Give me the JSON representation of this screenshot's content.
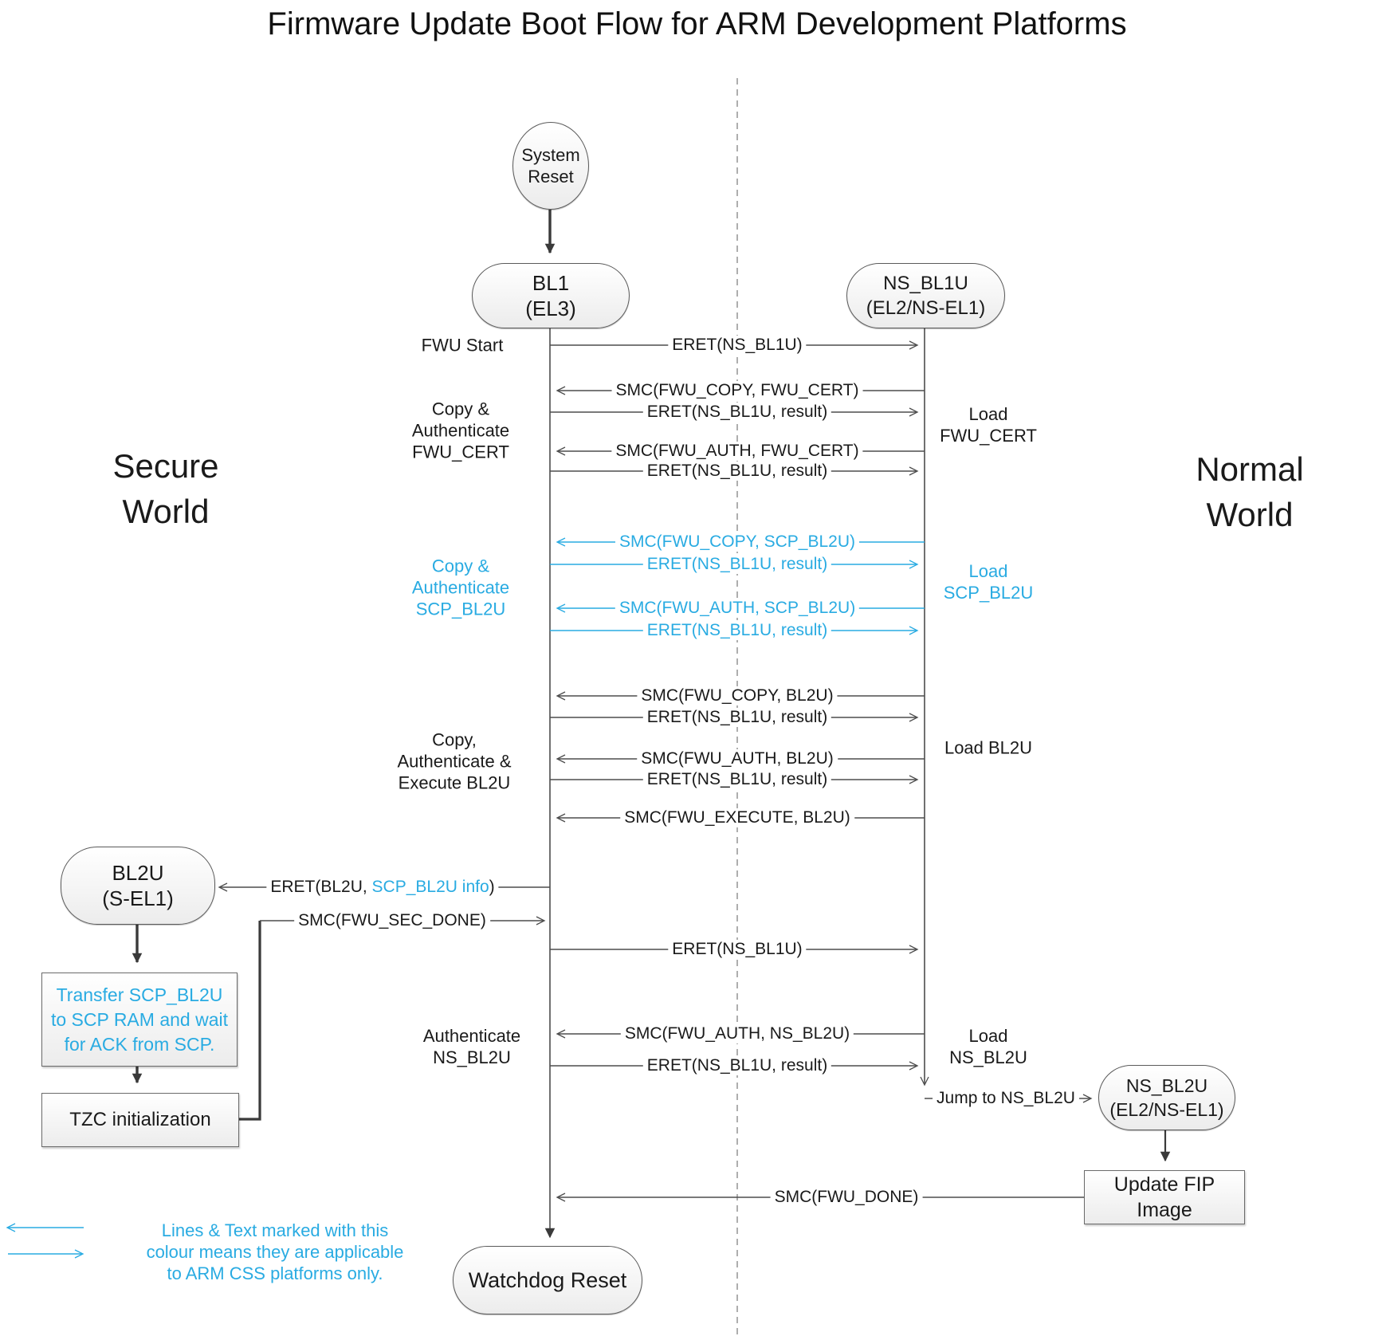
{
  "title": "Firmware Update Boot Flow for ARM Development Platforms",
  "worlds": {
    "secure": "Secure\nWorld",
    "normal": "Normal\nWorld"
  },
  "nodes": {
    "system_reset": "System\nReset",
    "bl1": "BL1\n(EL3)",
    "ns_bl1u": "NS_BL1U\n(EL2/NS-EL1)",
    "bl2u": "BL2U\n(S-EL1)",
    "ns_bl2u": "NS_BL2U\n(EL2/NS-EL1)",
    "transfer_scp": "Transfer SCP_BL2U to SCP RAM and wait for ACK from SCP.",
    "tzc_init": "TZC initialization",
    "update_fip": "Update FIP Image",
    "watchdog_reset": "Watchdog Reset"
  },
  "side_labels": {
    "fwu_start": "FWU Start",
    "copy_auth_fwu_cert": "Copy &\nAuthenticate\nFWU_CERT",
    "copy_auth_scp_bl2u": "Copy &\nAuthenticate\nSCP_BL2U",
    "copy_auth_exec_bl2u": "Copy,\nAuthenticate &\nExecute BL2U",
    "authenticate_ns_bl2u": "Authenticate\nNS_BL2U",
    "load_fwu_cert": "Load\nFWU_CERT",
    "load_scp_bl2u": "Load\nSCP_BL2U",
    "load_bl2u": "Load BL2U",
    "load_ns_bl2u": "Load\nNS_BL2U"
  },
  "messages": {
    "m0": "ERET(NS_BL1U)",
    "m1": "SMC(FWU_COPY, FWU_CERT)",
    "m2": "ERET(NS_BL1U, result)",
    "m3": "SMC(FWU_AUTH, FWU_CERT)",
    "m4": "ERET(NS_BL1U, result)",
    "m5": "SMC(FWU_COPY, SCP_BL2U)",
    "m6": "ERET(NS_BL1U, result)",
    "m7": "SMC(FWU_AUTH, SCP_BL2U)",
    "m8": "ERET(NS_BL1U, result)",
    "m9": "SMC(FWU_COPY, BL2U)",
    "m10": "ERET(NS_BL1U, result)",
    "m11": "SMC(FWU_AUTH, BL2U)",
    "m12": "ERET(NS_BL1U, result)",
    "m13": "SMC(FWU_EXECUTE, BL2U)",
    "eret_bl2u": {
      "p1": "ERET(BL2U, ",
      "p2": "SCP_BL2U info",
      "p3": ")"
    },
    "smc_sec_done": "SMC(FWU_SEC_DONE)",
    "eret_ns_bl1u_2": "ERET(NS_BL1U)",
    "smc_auth_ns_bl2u": "SMC(FWU_AUTH, NS_BL2U)",
    "eret_result_ns_bl2u": "ERET(NS_BL1U, result)",
    "jump_ns_bl2u": "Jump to NS_BL2U",
    "smc_fwu_done": "SMC(FWU_DONE)"
  },
  "legend": {
    "text": "Lines & Text marked with this\ncolour means they are applicable\nto ARM CSS platforms only."
  },
  "colors": {
    "css_platform_blue": "#29abe2",
    "line": "#4d4d4d",
    "text": "#1a1a1a"
  }
}
